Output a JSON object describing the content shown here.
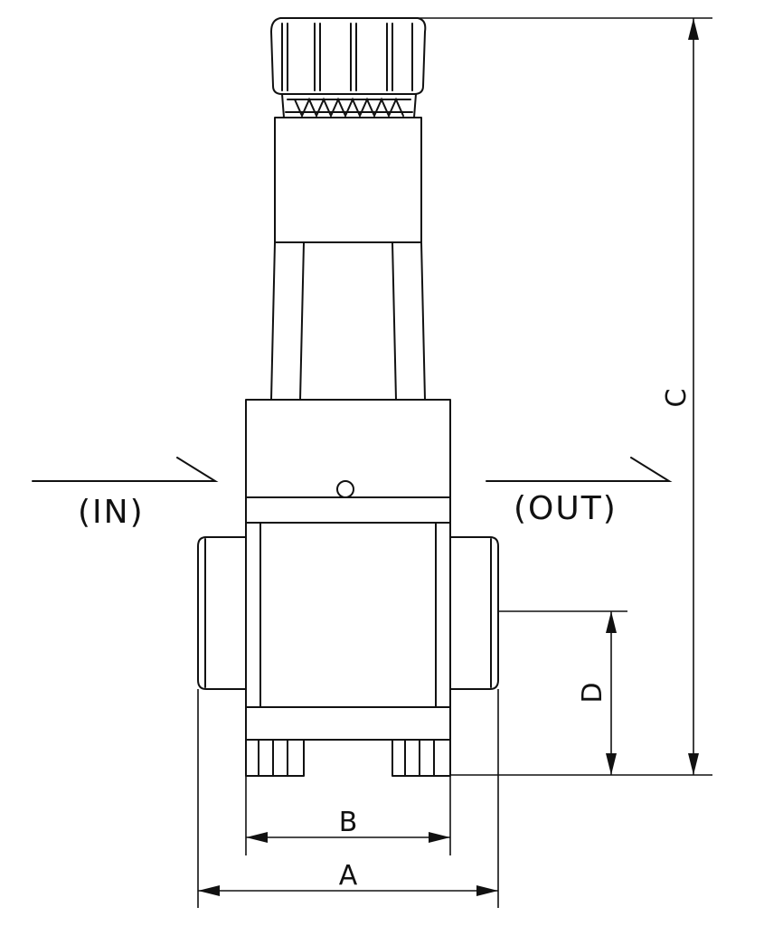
{
  "ports": {
    "inlet": "(IN)",
    "outlet": "(OUT)"
  },
  "dimensions": {
    "a": "A",
    "b": "B",
    "c": "C",
    "d": "D"
  },
  "colors": {
    "line": "#111111",
    "background": "#ffffff"
  }
}
